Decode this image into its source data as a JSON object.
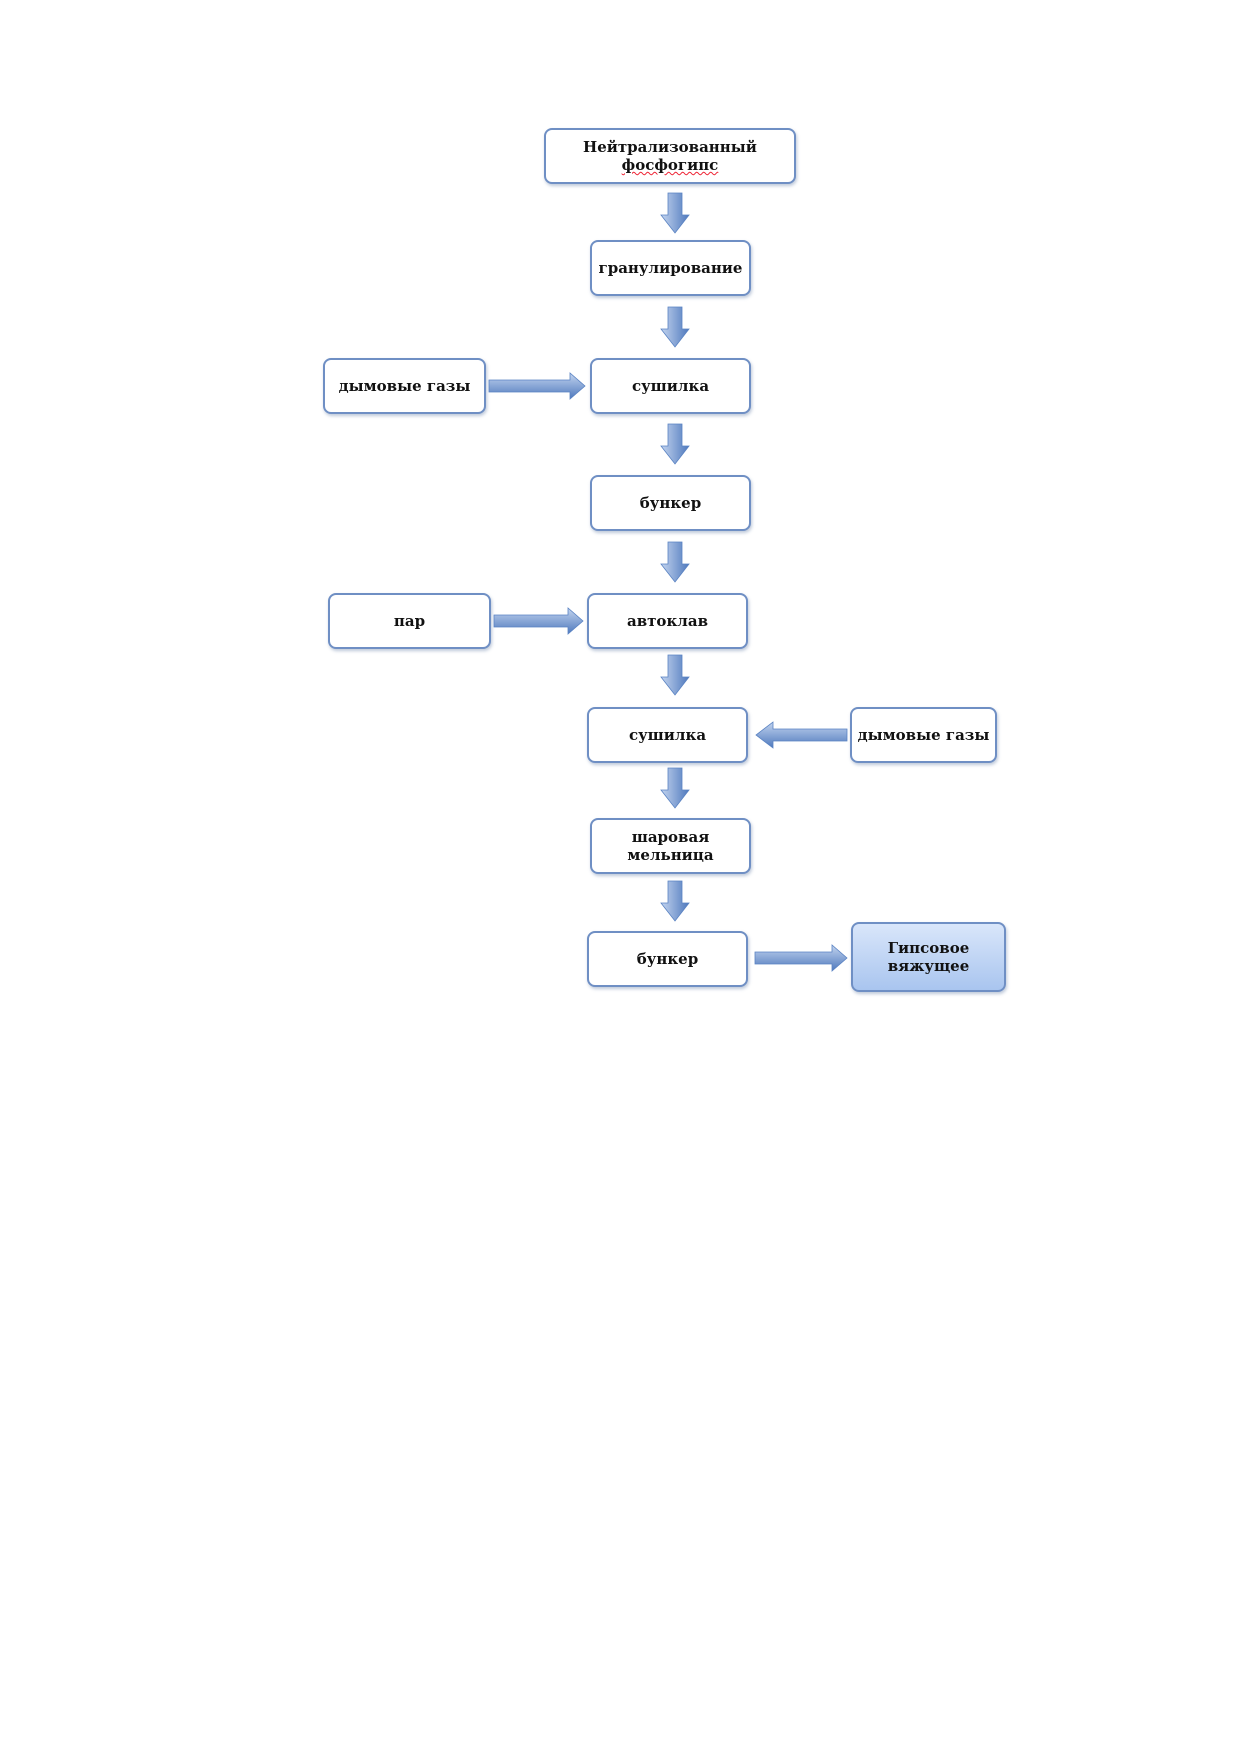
{
  "diagram": {
    "nodes": {
      "start": {
        "line1": "Нейтрализованный",
        "line2": "фосфогипс"
      },
      "granulation": "гранулирование",
      "dryer1": "сушилка",
      "flue_gas_left": "дымовые газы",
      "bunker1": "бункер",
      "steam": "пар",
      "autoclave": "автоклав",
      "dryer2": "сушилка",
      "flue_gas_right": "дымовые газы",
      "ball_mill": "шаровая\nмельница",
      "bunker2": "бункер",
      "product": "Гипсовое\nвяжущее"
    },
    "edges": [
      {
        "from": "start",
        "to": "granulation"
      },
      {
        "from": "granulation",
        "to": "dryer1"
      },
      {
        "from": "flue_gas_left",
        "to": "dryer1"
      },
      {
        "from": "dryer1",
        "to": "bunker1"
      },
      {
        "from": "bunker1",
        "to": "autoclave"
      },
      {
        "from": "steam",
        "to": "autoclave"
      },
      {
        "from": "autoclave",
        "to": "dryer2"
      },
      {
        "from": "flue_gas_right",
        "to": "dryer2"
      },
      {
        "from": "dryer2",
        "to": "ball_mill"
      },
      {
        "from": "ball_mill",
        "to": "bunker2"
      },
      {
        "from": "bunker2",
        "to": "product"
      }
    ],
    "colors": {
      "border": "#6f8fc4",
      "arrow_light": "#c3d4ef",
      "arrow_dark": "#4f79bd",
      "product_fill": "#bcd3f3"
    }
  }
}
